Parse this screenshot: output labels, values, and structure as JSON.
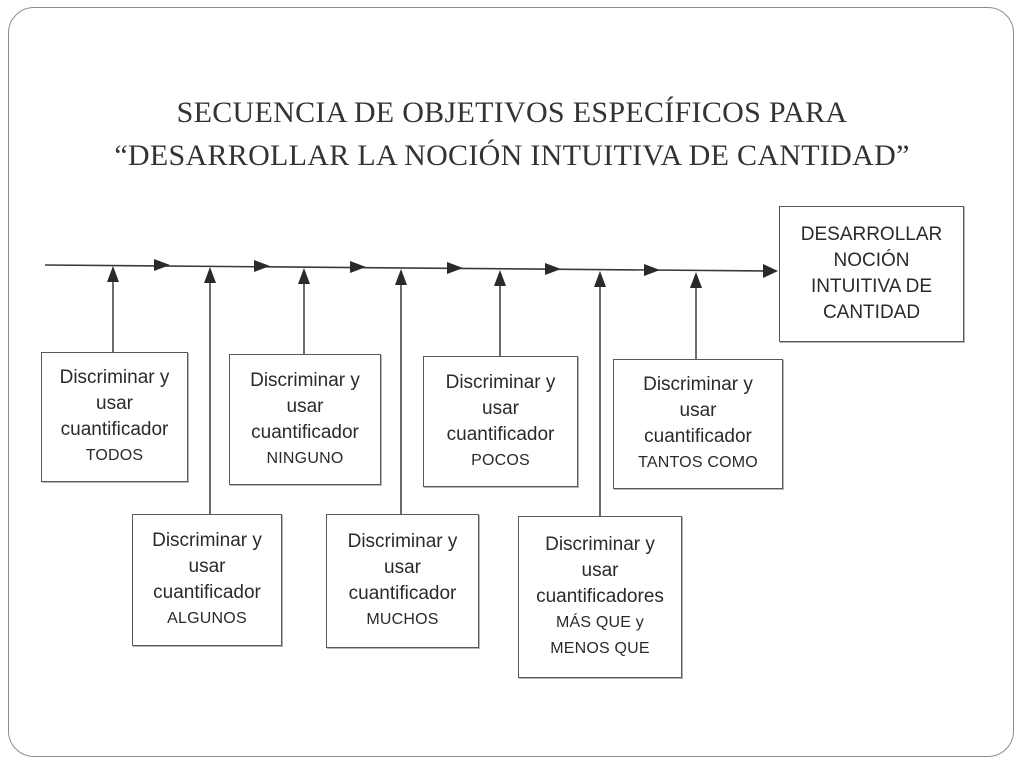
{
  "title": {
    "line1": "SECUENCIA DE OBJETIVOS ESPECÍFICOS PARA",
    "line2": "“DESARROLLAR LA NOCIÓN INTUITIVA DE CANTIDAD”"
  },
  "goal": {
    "lines": [
      "DESARROLLAR",
      "NOCIÓN",
      "INTUITIVA DE",
      "CANTIDAD"
    ]
  },
  "objectives": [
    {
      "line1": "Discriminar y",
      "line2": "usar",
      "line3": "cuantificador",
      "quantifier": "TODOS"
    },
    {
      "line1": "Discriminar y",
      "line2": "usar",
      "line3": "cuantificador",
      "quantifier": "ALGUNOS"
    },
    {
      "line1": "Discriminar y",
      "line2": "usar",
      "line3": "cuantificador",
      "quantifier": "NINGUNO"
    },
    {
      "line1": "Discriminar y",
      "line2": "usar",
      "line3": "cuantificador",
      "quantifier": "MUCHOS"
    },
    {
      "line1": "Discriminar y",
      "line2": "usar",
      "line3": "cuantificador",
      "quantifier": "POCOS"
    },
    {
      "line1": "Discriminar y",
      "line2": "usar",
      "line3": "cuantificadores",
      "quantifier": "MÁS QUE y",
      "quantifier2": "MENOS QUE"
    },
    {
      "line1": "Discriminar y",
      "line2": "usar",
      "line3": "cuantificador",
      "quantifier": "TANTOS COMO"
    }
  ]
}
